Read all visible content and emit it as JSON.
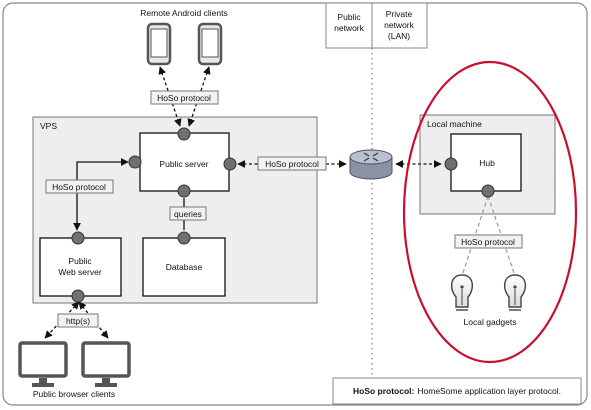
{
  "zones": {
    "public_network": [
      "Public",
      "network"
    ],
    "private_network": [
      "Private",
      "network",
      "(LAN)"
    ],
    "vps": "VPS",
    "local_machine": "Local machine"
  },
  "nodes": {
    "remote_clients": "Remote Android clients",
    "public_server": "Public server",
    "web_server": [
      "Public",
      "Web server"
    ],
    "database": "Database",
    "hub": "Hub",
    "local_gadgets": "Local gadgets",
    "browser_clients": "Public browser clients"
  },
  "edge_labels": {
    "hoso_top": "HoSo protocol",
    "hoso_router": "HoSo protocol",
    "hoso_left": "HoSo protocol",
    "queries": "queries",
    "http": "http(s)",
    "hoso_gadgets": "HoSo protocol"
  },
  "legend": {
    "term": "HoSo protocol:",
    "definition": "HomeSome application layer protocol."
  },
  "icons": {
    "phones": "smartphone-icon",
    "monitors": "monitor-icon",
    "bulbs": "light-bulb-icon",
    "router": "router-icon"
  },
  "colors": {
    "highlight_ellipse": "#c8102e",
    "panel_fill": "#eeeeee",
    "port_fill": "#707070"
  }
}
